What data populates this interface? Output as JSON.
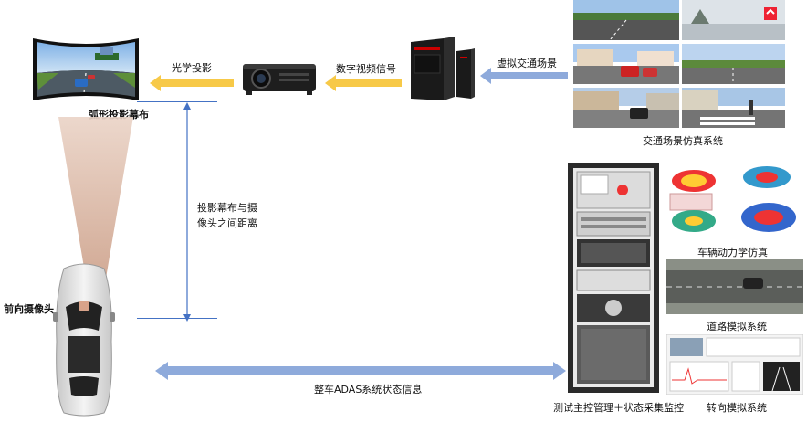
{
  "labels": {
    "curved_screen": "弧形投影幕布",
    "optical_projection": "光学投影",
    "digital_video_signal": "数字视频信号",
    "virtual_traffic_scene": "虚拟交通场景",
    "traffic_sim_system": "交通场景仿真系统",
    "distance_line1": "投影幕布与摄",
    "distance_line2": "像头之间距离",
    "front_camera": "前向摄像头",
    "vehicle_dynamics": "车辆动力学仿真",
    "road_sim_system": "道路模拟系统",
    "steering_sim_system": "转向模拟系统",
    "adas_status_info": "整车ADAS系统状态信息",
    "test_control": "测试主控管理＋状态采集监控"
  },
  "colors": {
    "arrow_yellow": "#f7c948",
    "arrow_blue": "#8eaadb",
    "line_blue": "#4472c4",
    "beam": "#e9c8b6"
  }
}
